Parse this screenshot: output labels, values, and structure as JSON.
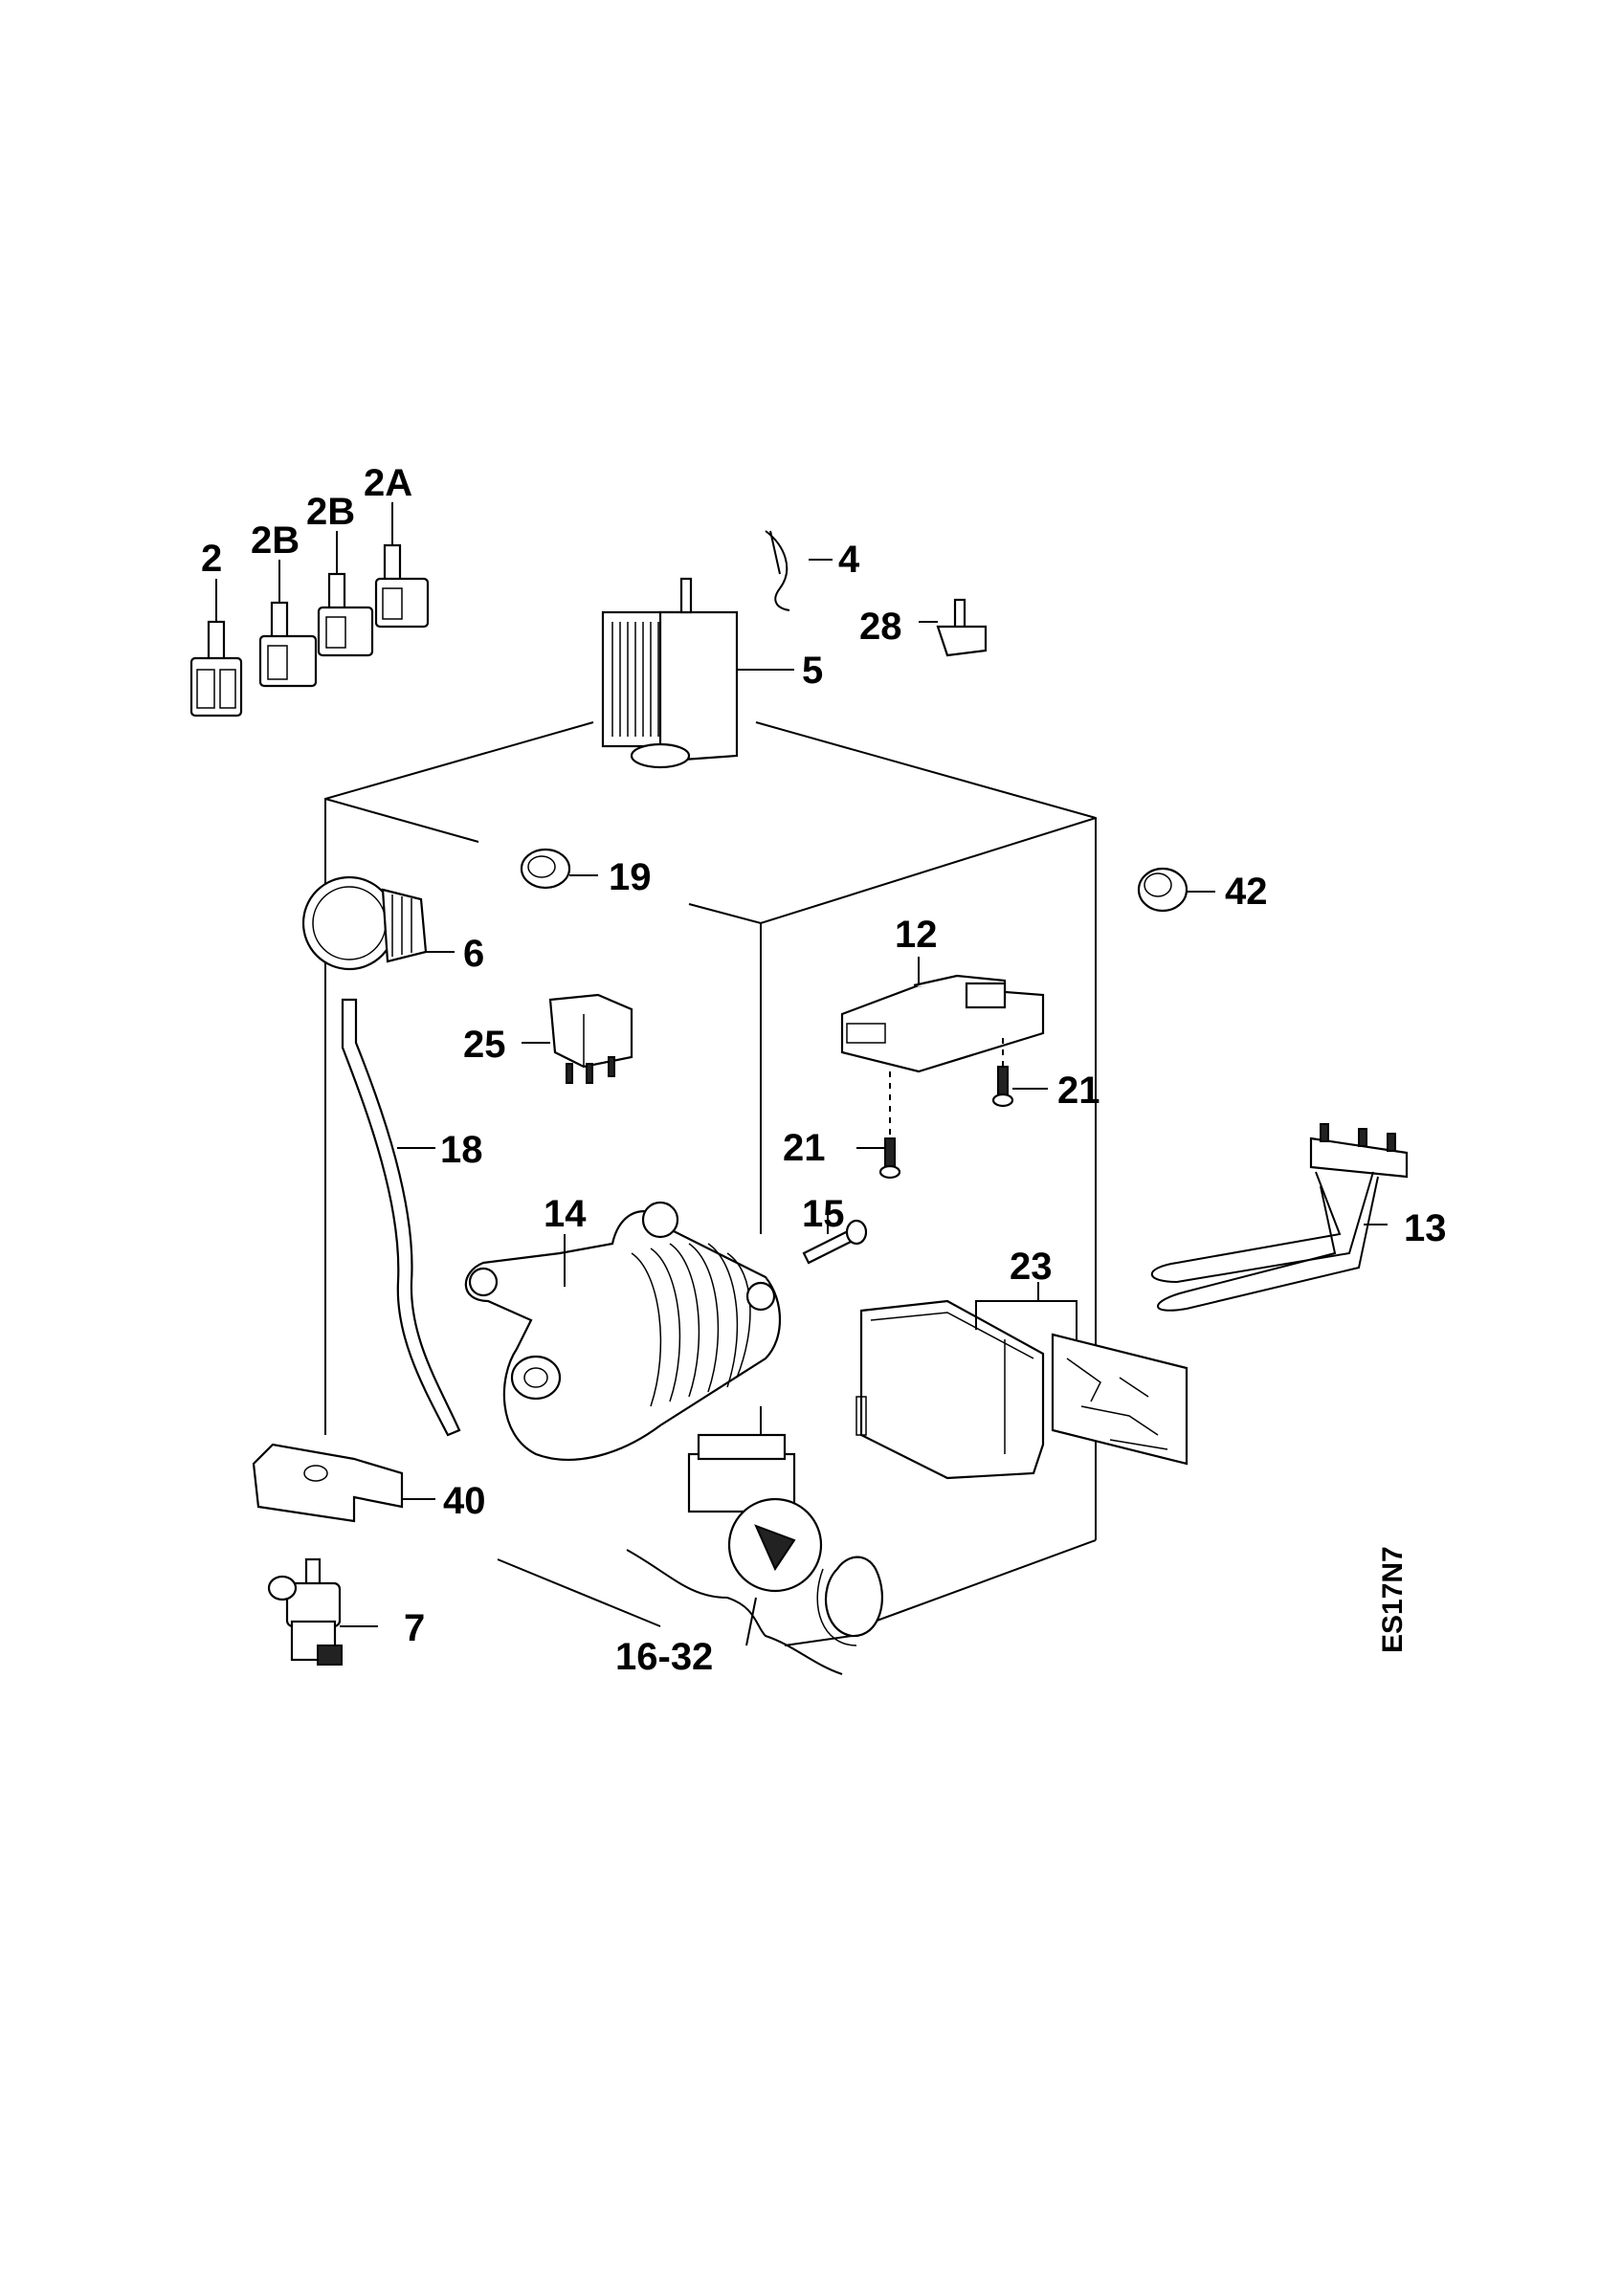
{
  "diagram": {
    "callouts": {
      "c2": "2",
      "c2b_left": "2B",
      "c2b_right": "2B",
      "c2a": "2A",
      "c4": "4",
      "c28": "28",
      "c5": "5",
      "c19": "19",
      "c42": "42",
      "c6": "6",
      "c12": "12",
      "c25": "25",
      "c21_right": "21",
      "c21_left": "21",
      "c18": "18",
      "c13": "13",
      "c14": "14",
      "c15": "15",
      "c23": "23",
      "c40": "40",
      "c7": "7",
      "c16_32": "16-32"
    },
    "drawing_code": "ES17N7"
  }
}
